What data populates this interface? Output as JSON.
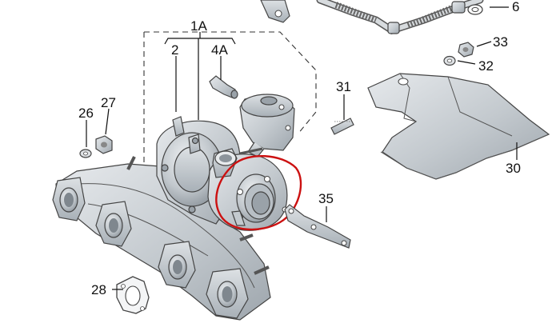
{
  "diagram": {
    "callouts": [
      {
        "id": "callout-6",
        "label": "6"
      },
      {
        "id": "callout-33",
        "label": "33"
      },
      {
        "id": "callout-32",
        "label": "32"
      },
      {
        "id": "callout-31",
        "label": "31"
      },
      {
        "id": "callout-30",
        "label": "30"
      },
      {
        "id": "callout-1a",
        "label": "1A"
      },
      {
        "id": "callout-2",
        "label": "2"
      },
      {
        "id": "callout-4a",
        "label": "4A"
      },
      {
        "id": "callout-27",
        "label": "27"
      },
      {
        "id": "callout-26",
        "label": "26"
      },
      {
        "id": "callout-35",
        "label": "35"
      },
      {
        "id": "callout-28",
        "label": "28"
      }
    ],
    "colors": {
      "part_fill": "#c9ced3",
      "part_shade": "#a9b0b6",
      "part_light": "#e4e7ea",
      "highlight": "#cc1111",
      "line": "#111111"
    }
  }
}
